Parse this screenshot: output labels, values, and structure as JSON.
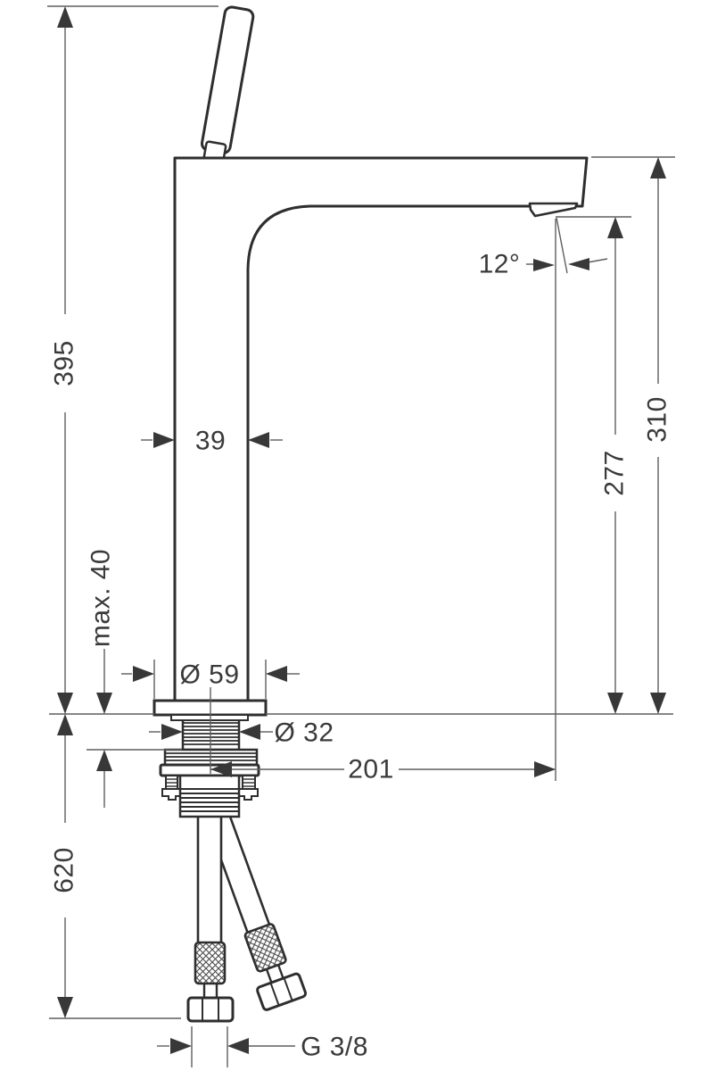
{
  "page": {
    "background": "#ffffff"
  },
  "drawing": {
    "type": "technical dimension drawing",
    "subject": "single-hole basin mixer tap, side view, with mounting shank and supply hoses",
    "units": "mm"
  },
  "colors": {
    "outline": "#2e2e2e",
    "dimension_line": "#5e5e5e",
    "text": "#3a3a3a",
    "background": "#ffffff"
  },
  "labels": {
    "total_height": "395",
    "hose_length": "620",
    "max_deck_thickness": "max. 40",
    "body_width": "39",
    "base_diameter": "Ø 59",
    "hole_diameter": "Ø 32",
    "spout_reach": "201",
    "aerator_height": "277",
    "spout_top_height": "310",
    "spray_angle": "12°",
    "connection_thread": "G 3/8"
  }
}
